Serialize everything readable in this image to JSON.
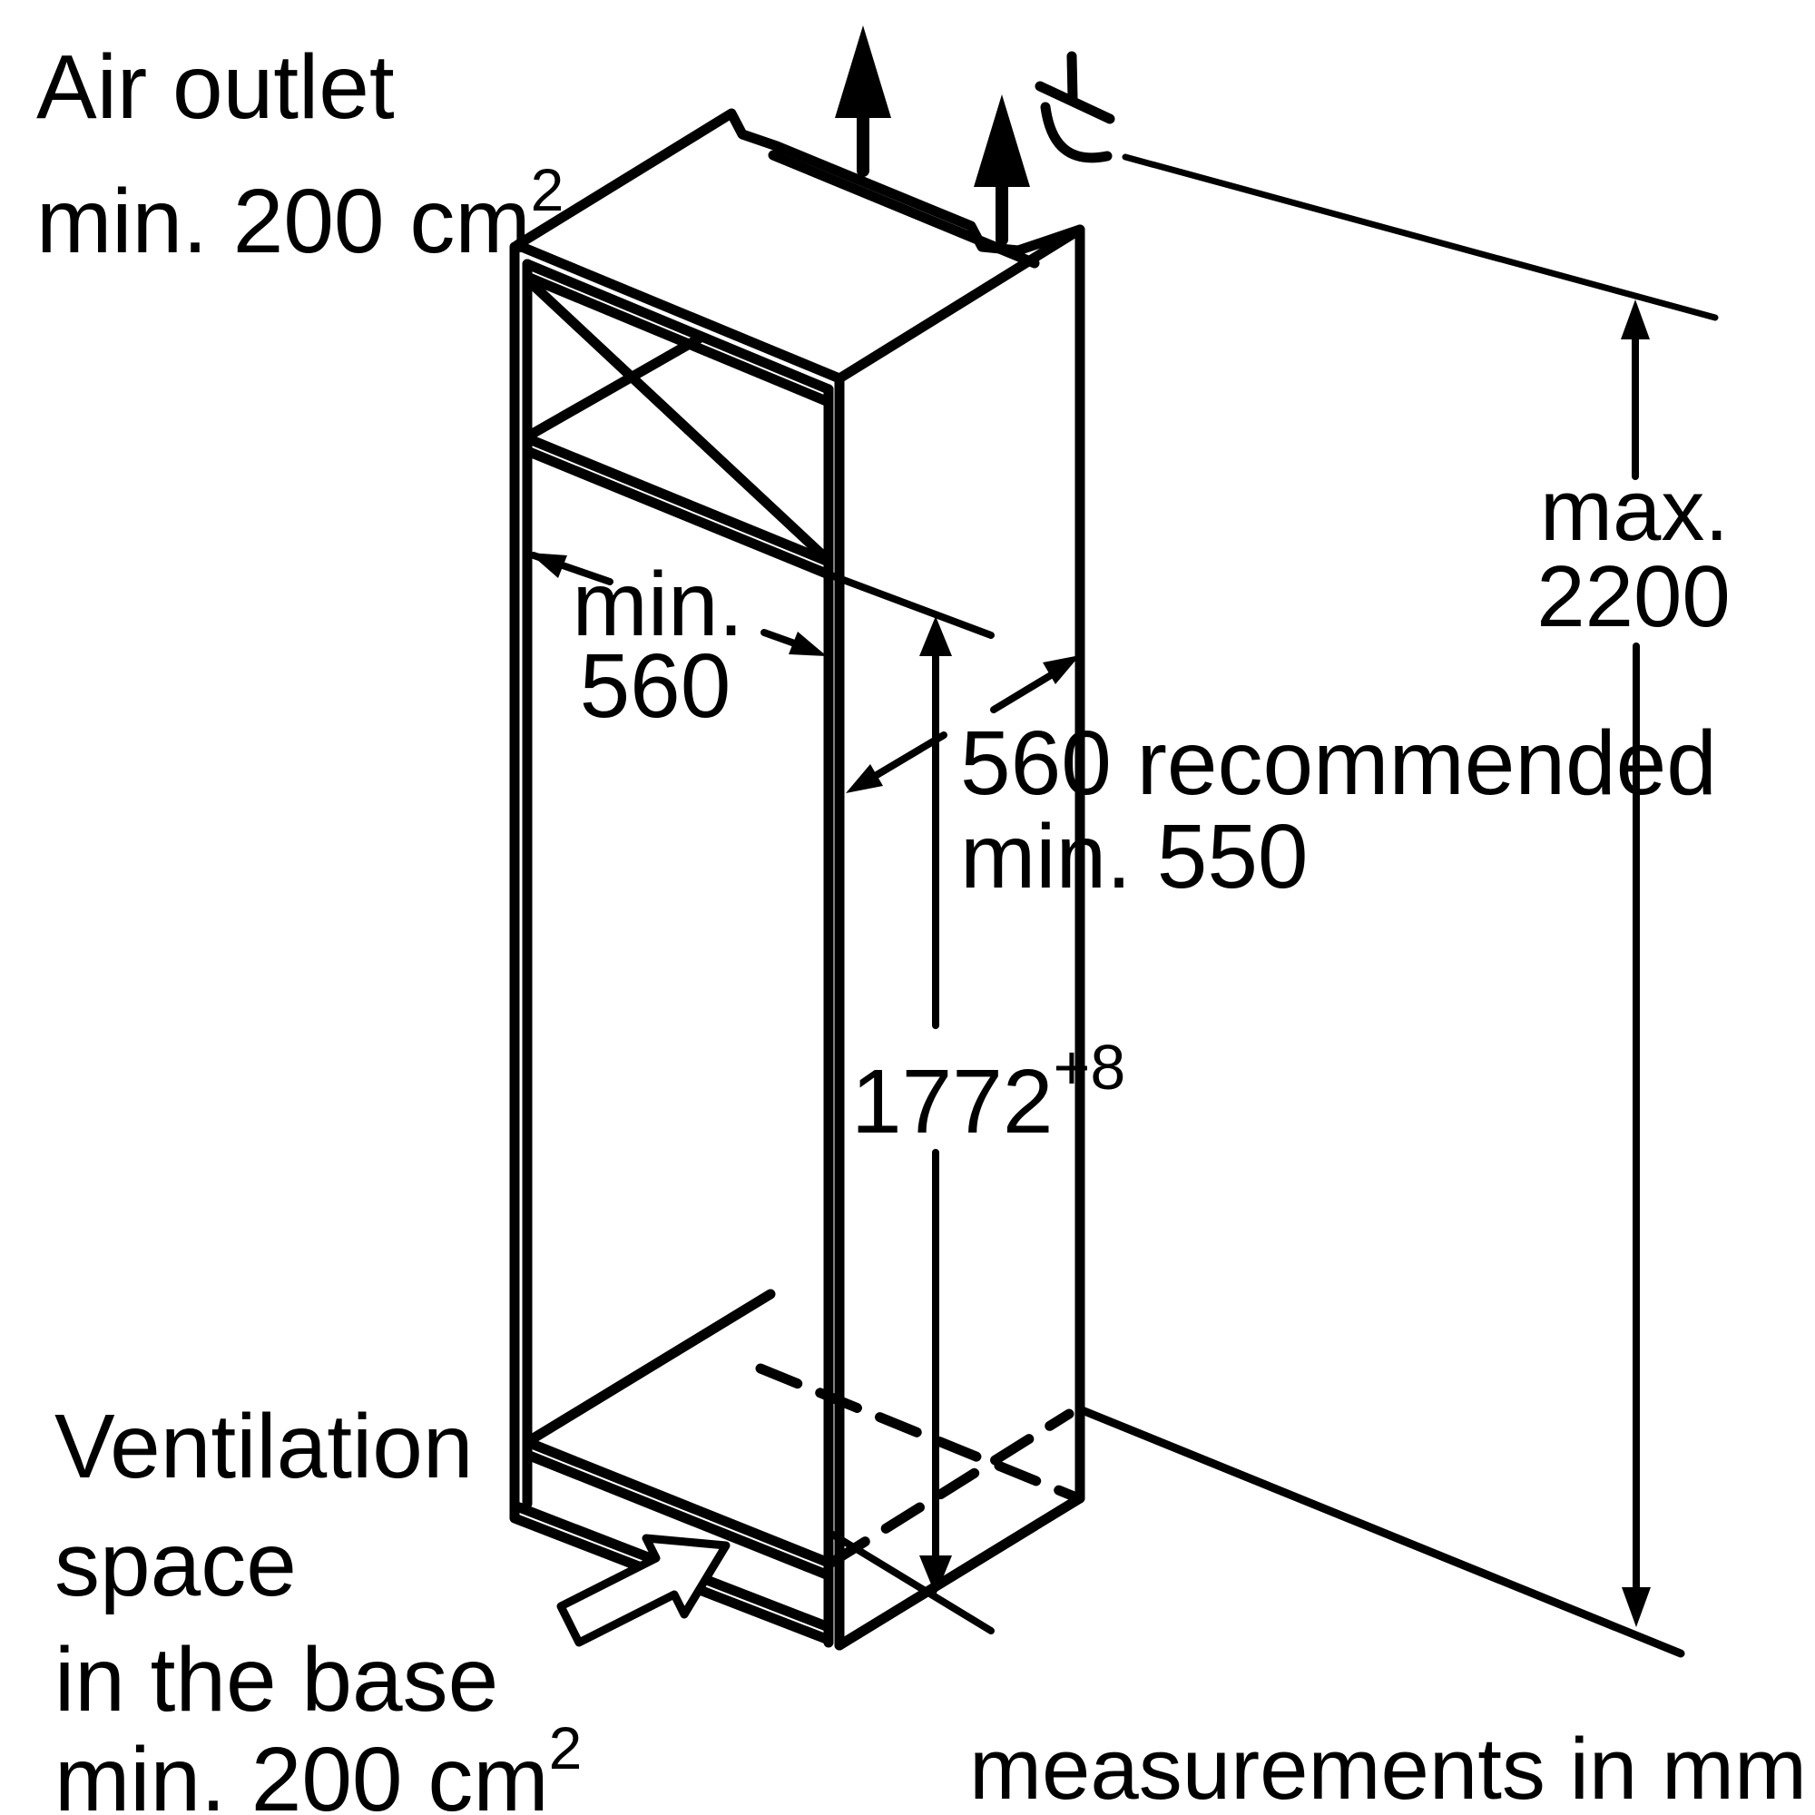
{
  "diagram": {
    "title_implicit": "built-in appliance niche installation drawing",
    "colors": {
      "line": "#000000",
      "background": "#ffffff"
    },
    "labels": {
      "air_outlet": {
        "line1": "Air outlet",
        "line2_prefix": "min. 200 cm",
        "line2_sup": "2"
      },
      "ventilation": {
        "line1": "Ventilation",
        "line2": "space",
        "line3": "in the base",
        "line4_prefix": "min. 200 cm",
        "line4_sup": "2"
      },
      "footer_note": "measurements in mm"
    },
    "dimensions": {
      "niche_width": {
        "line1": "min.",
        "line2": "560"
      },
      "niche_depth": {
        "line1": "560 recommended",
        "line2": "min. 550"
      },
      "niche_height": {
        "value": "1772",
        "tolerance": "+8"
      },
      "room_height": {
        "line1": "max.",
        "line2": "2200"
      }
    },
    "icons": {
      "up_arrows": "air-flow-up-arrows",
      "mains": "mains-connection-icon",
      "base_inflow": "air-inflow-block-arrow"
    }
  }
}
